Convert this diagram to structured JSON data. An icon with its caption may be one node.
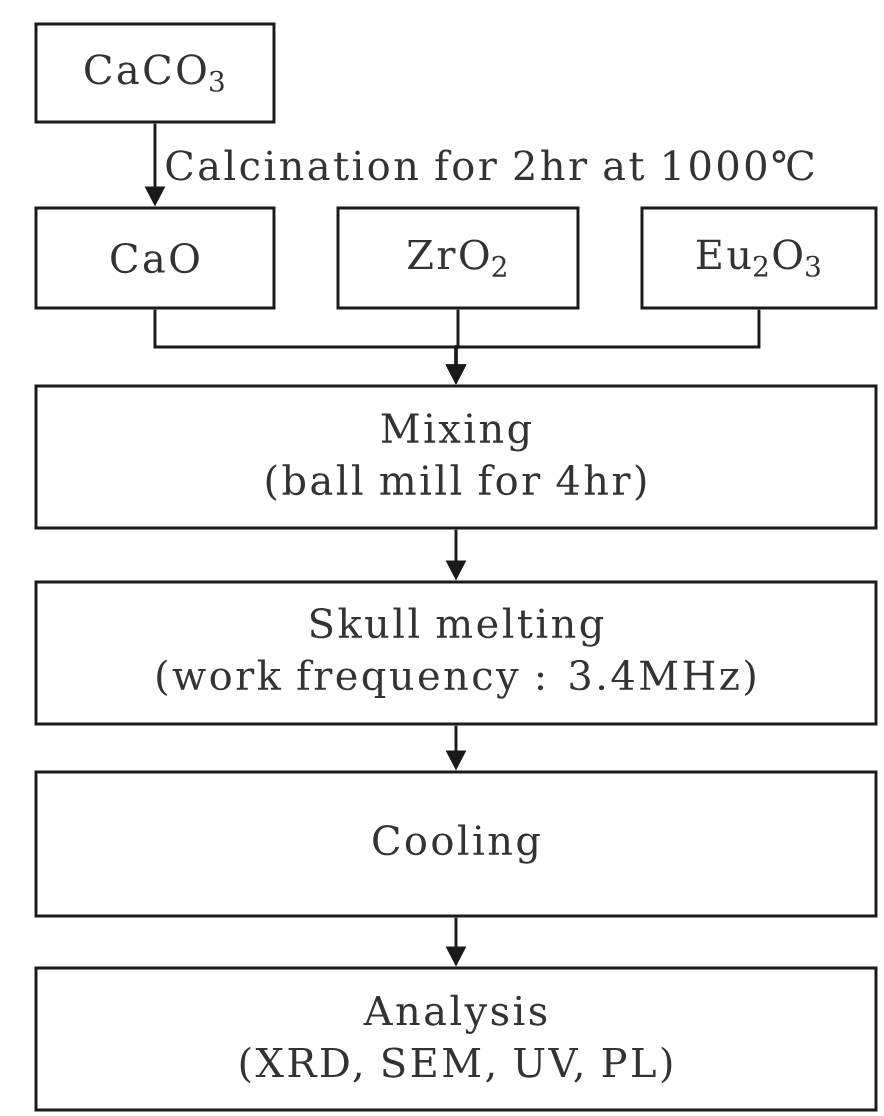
{
  "diagram": {
    "nodes": [
      {
        "text": [
          "CaCO$_{3}$"
        ]
      },
      {
        "text": [
          "CaO"
        ]
      },
      {
        "text": [
          "ZrO$_{2}$"
        ]
      },
      {
        "text": [
          "Eu$_{2}$O$_{3}$"
        ]
      },
      {
        "text": [
          "Mixing",
          "(ball mill for 4hr)"
        ]
      },
      {
        "text": [
          "Skull melting",
          "(work frequency : 3.4MHz)"
        ]
      },
      {
        "text": [
          "Cooling"
        ]
      },
      {
        "text": [
          "Analysis",
          "(XRD, SEM, UV, PL)"
        ]
      }
    ],
    "edges": [
      {
        "from": 0,
        "to": 1,
        "arrow": "to",
        "label": "Calcination for 2hr at 1000℃"
      },
      {
        "from": 1,
        "to": 4,
        "arrow": "to"
      },
      {
        "from": 2,
        "to": 4,
        "arrow": "to"
      },
      {
        "from": 3,
        "to": 4,
        "arrow": "to"
      },
      {
        "from": 4,
        "to": 5,
        "arrow": "to"
      },
      {
        "from": 5,
        "to": 6,
        "arrow": "to"
      },
      {
        "from": 6,
        "to": 7,
        "arrow": "to"
      }
    ]
  }
}
